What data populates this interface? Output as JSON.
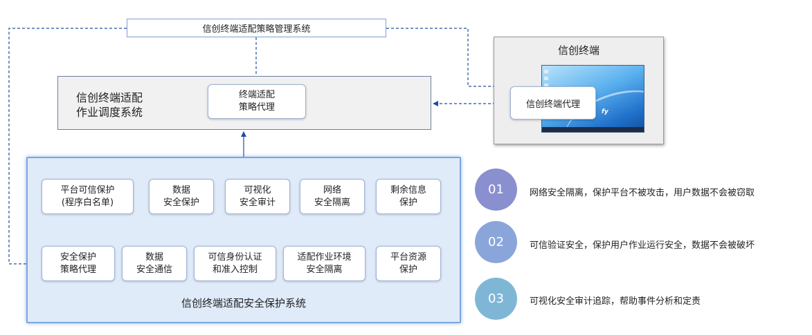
{
  "policy_system": {
    "label": "信创终端适配策略管理系统"
  },
  "scheduler": {
    "title": "信创终端适配\n作业调度系统",
    "agent_label": "终端适配\n策略代理"
  },
  "terminal": {
    "title": "信创终端",
    "agent_label": "信创终端代理",
    "desktop_logo": "fy"
  },
  "security_system": {
    "caption": "信创终端适配安全保护系统",
    "top_modules": [
      "平台可信保护\n(程序白名单)",
      "数据\n安全保护",
      "可视化\n安全审计",
      "网络\n安全隔离",
      "剩余信息\n保护"
    ],
    "bottom_modules": [
      "安全保护\n策略代理",
      "数据\n安全通信",
      "可信身份认证\n和准入控制",
      "适配作业环境\n安全隔离",
      "平台资源\n保护"
    ]
  },
  "features": [
    {
      "number": "01",
      "text": "网络安全隔离，保护平台不被攻击，用户数据不会被窃取",
      "color": "#8a8fcf"
    },
    {
      "number": "02",
      "text": "可信验证安全，保护用户作业运行安全，数据不会被破坏",
      "color": "#8aa5d9"
    },
    {
      "number": "03",
      "text": "可视化安全审计追踪，帮助事件分析和定责",
      "color": "#7fb6d6"
    }
  ],
  "colors": {
    "line": "#1f4e9c",
    "security_fill": "#e0ebf9",
    "security_border": "#7aa6e0"
  }
}
